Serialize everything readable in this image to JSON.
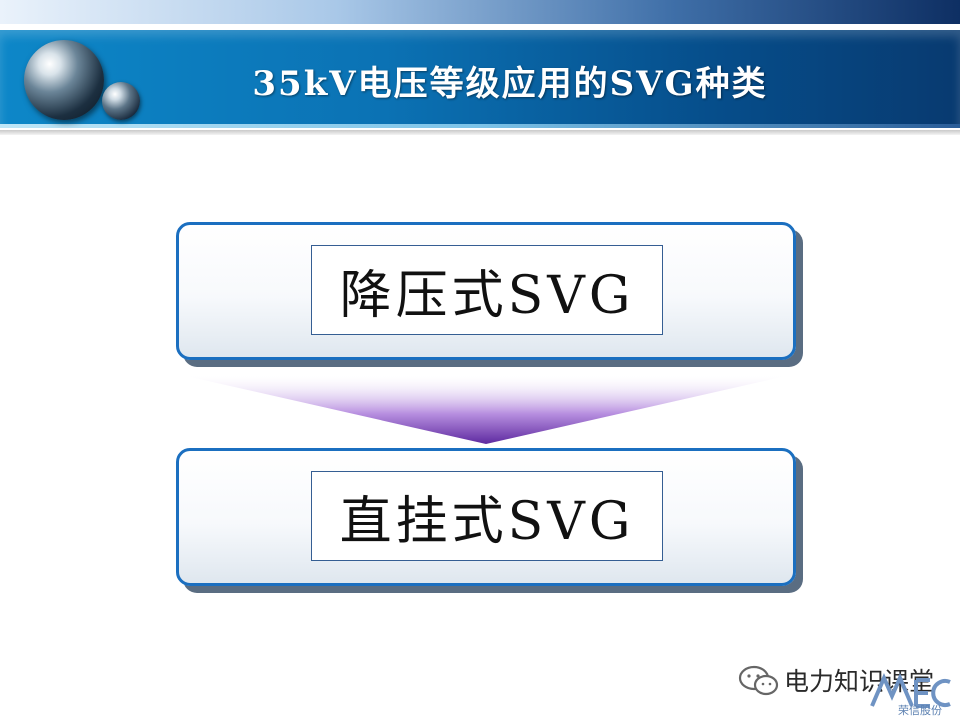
{
  "slide": {
    "title": "35kV电压等级应用的SVG种类"
  },
  "items": [
    {
      "label": "降压式SVG"
    },
    {
      "label": "直挂式SVG"
    }
  ],
  "watermark": {
    "text": "电力知识课堂",
    "icon": "wechat-icon",
    "logo_subtext": "荣信股份"
  },
  "colors": {
    "title_bar": "#0b72b4",
    "panel_border": "#1b6fc0",
    "arrow": "#6a2fa8"
  }
}
